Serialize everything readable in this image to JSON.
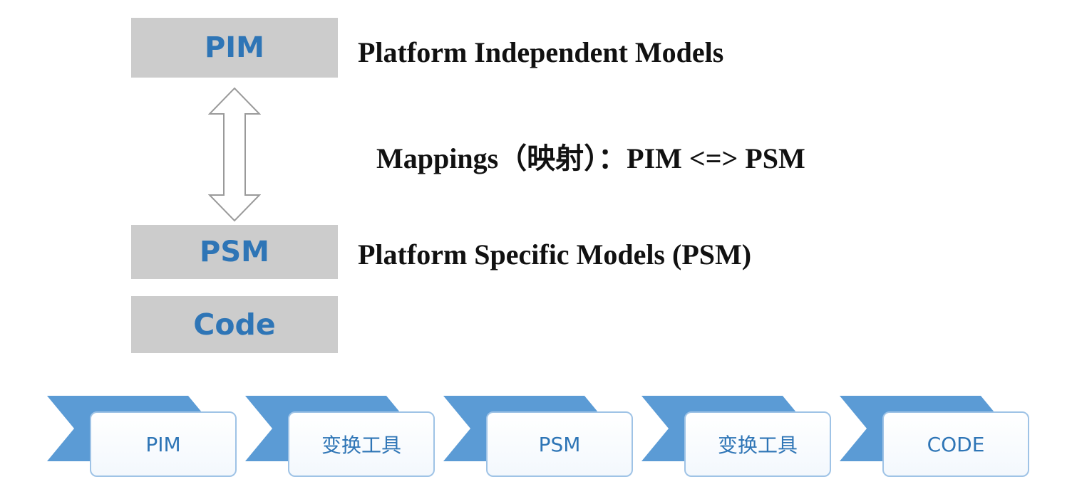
{
  "layers": {
    "pim": "PIM",
    "psm": "PSM",
    "code": "Code"
  },
  "labels": {
    "pim": "Platform Independent Models",
    "mapping": "Mappings（映射）：PIM <=> PSM",
    "psm": "Platform Specific Models (PSM)"
  },
  "flow": {
    "steps": [
      "PIM",
      "变换工具",
      "PSM",
      "变换工具",
      "CODE"
    ]
  },
  "colors": {
    "box_fill": "#cccccc",
    "box_text": "#2e75b6",
    "chevron": "#5b9bd5",
    "card_border": "#9fc3e6"
  }
}
